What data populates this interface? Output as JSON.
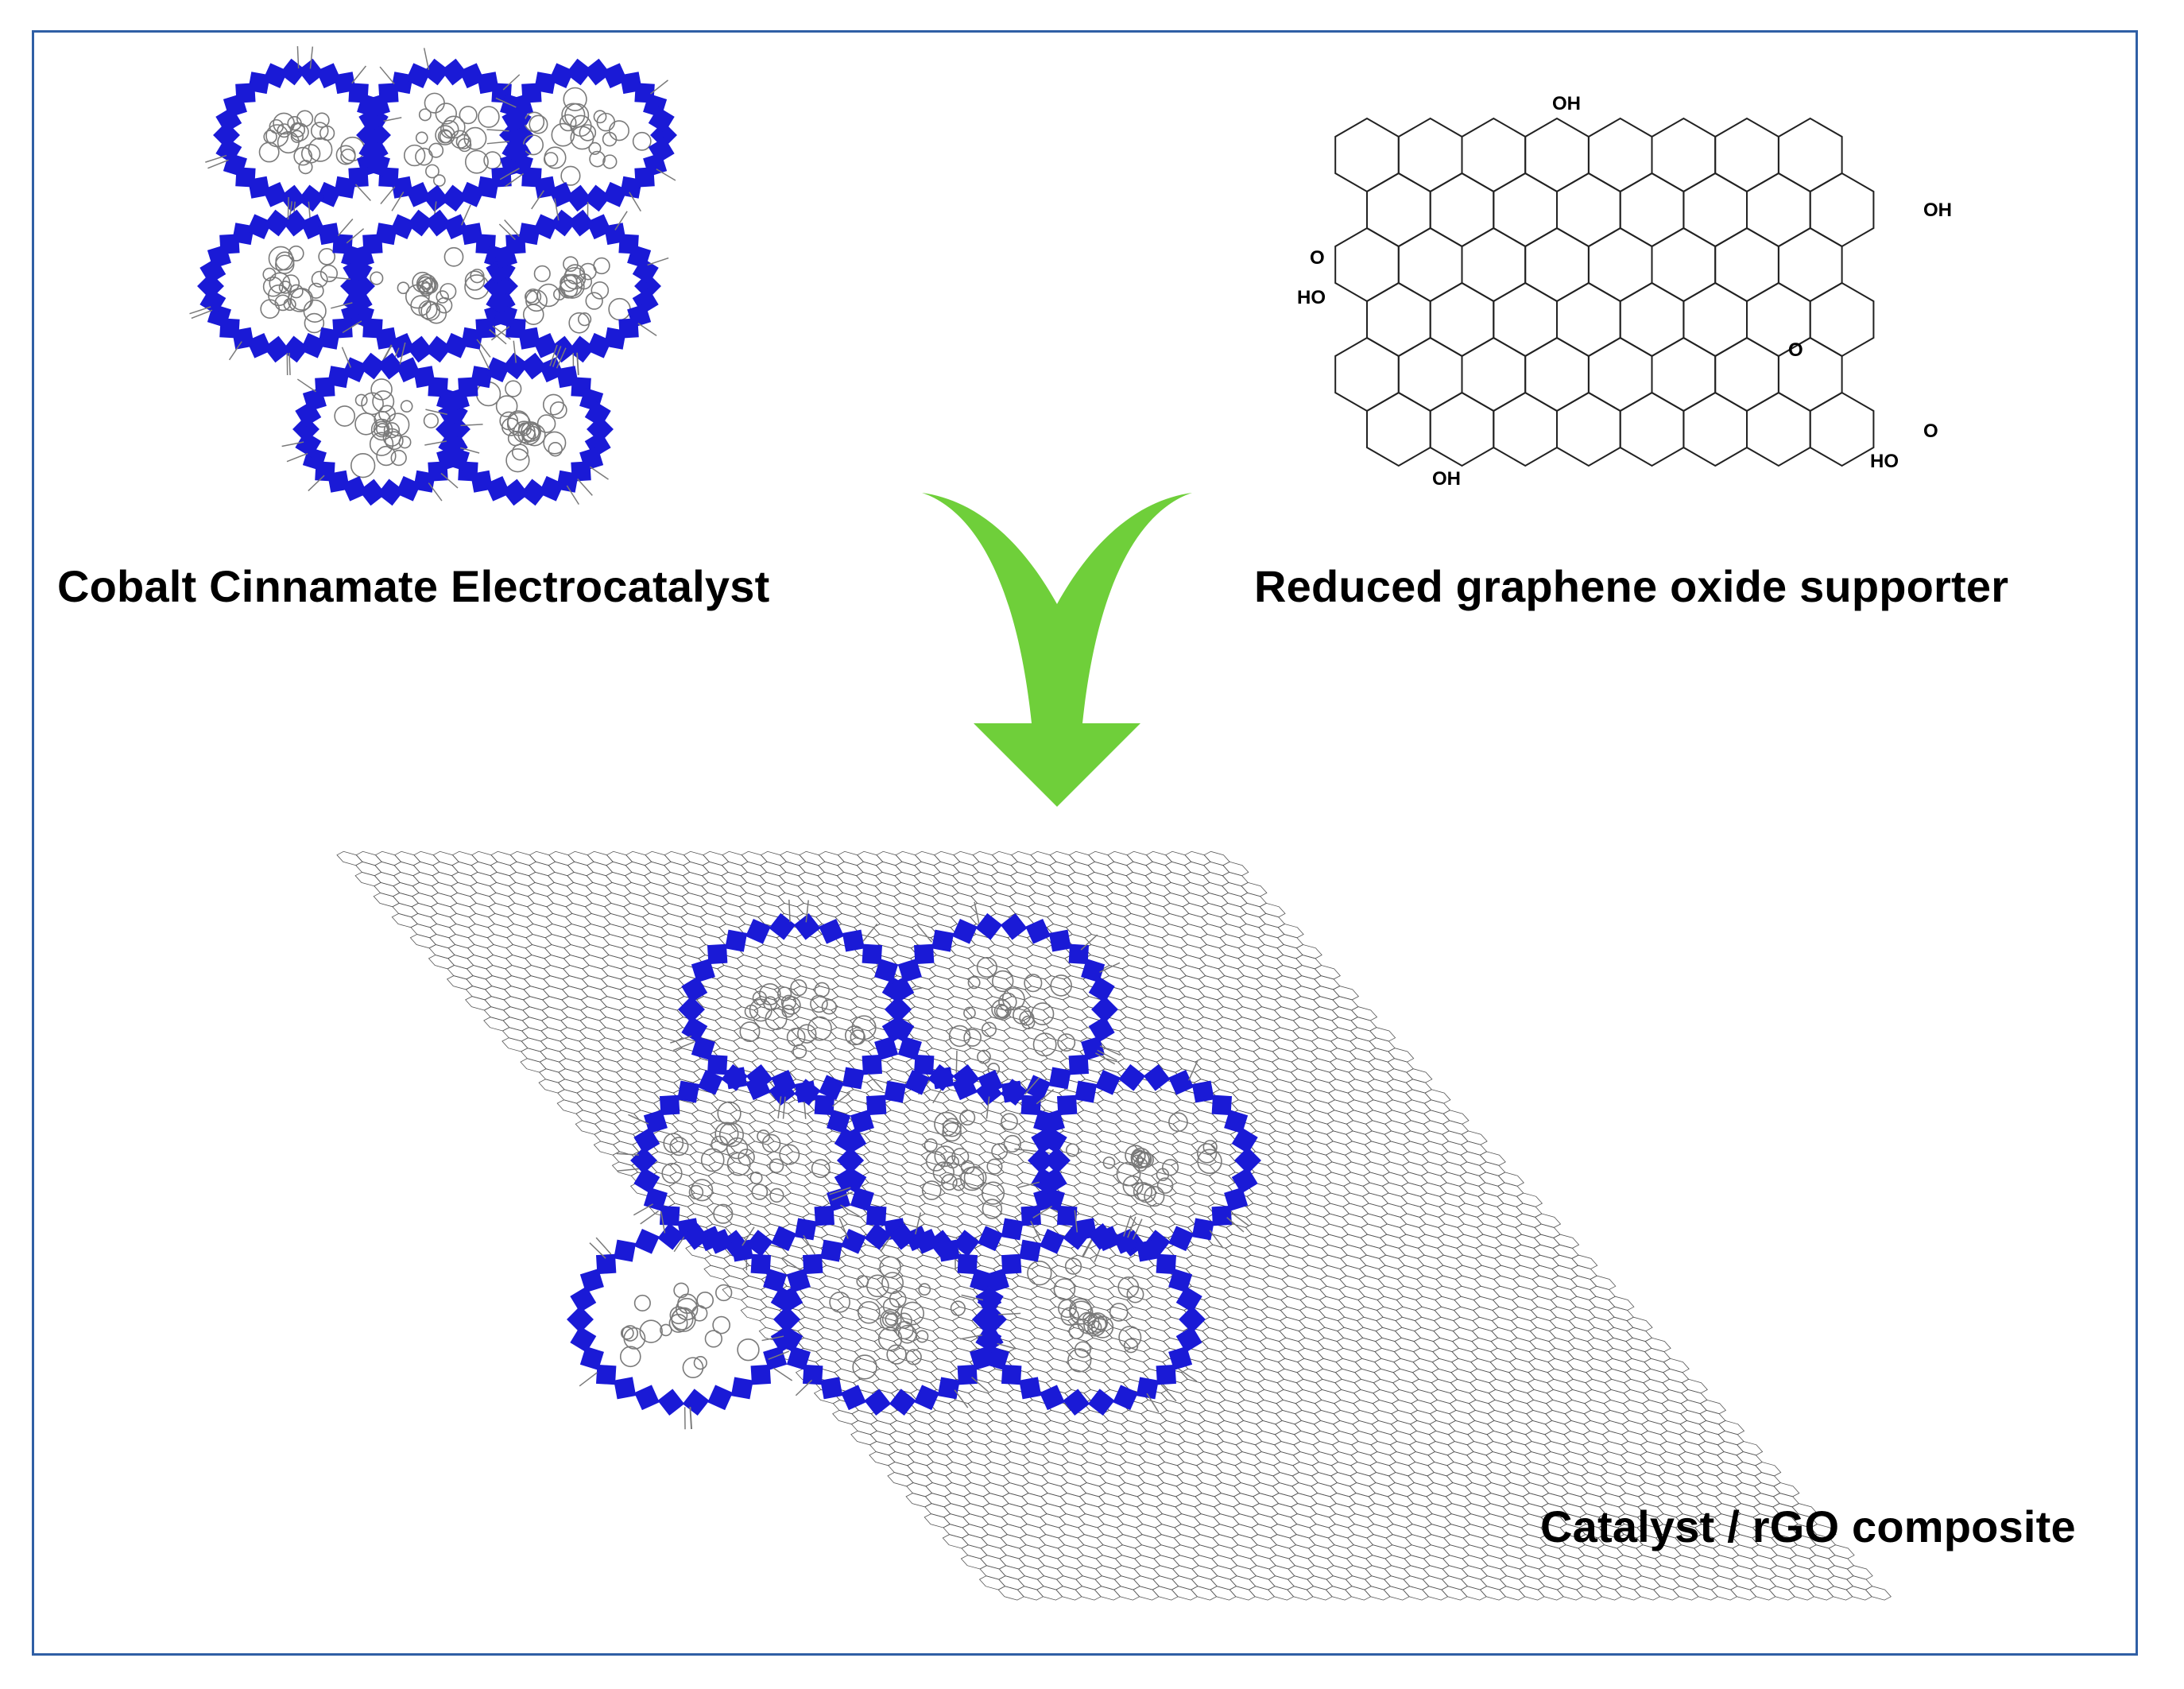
{
  "captions": {
    "catalyst": "Cobalt Cinnamate Electrocatalyst",
    "rgo": "Reduced graphene oxide supporter",
    "composite": "Catalyst / rGO composite"
  },
  "chemistry": {
    "oh_1": "OH",
    "oh_2": "OH",
    "oh_3": "OH",
    "ho_1": "HO",
    "ho_2": "HO",
    "o_1": "O",
    "o_2": "O",
    "o_3": "O"
  },
  "colors": {
    "frame": "#2f5fa5",
    "framework": "#1a1ad6",
    "arrow": "#6fcf3a",
    "ligand": "#7a7a7a",
    "graphene": "#222222"
  }
}
